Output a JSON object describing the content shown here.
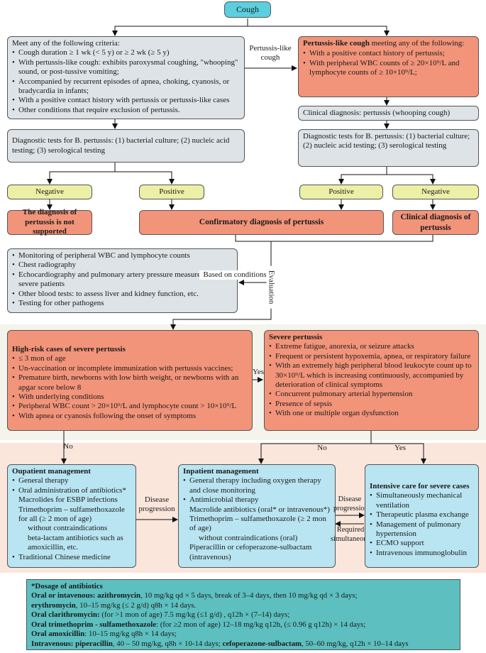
{
  "start": "Cough",
  "left_criteria": {
    "title": "Meet any of the following criteria:",
    "items": [
      "Cough duration ≥ 1 wk (< 5 y) or ≥ 2 wk (≥ 5 y)",
      "With pertussis-like cough: exhibits paroxysmal coughing, \"whooping\" sound, or post-tussive vomiting;",
      "Accompanied by recurrent episodes of apnea, choking, cyanosis, or bradycardia in infants;",
      "With a positive contact history with pertussis or pertussis-like cases",
      "Other conditions that require exclusion of pertussis."
    ]
  },
  "pertussis_like_label": "Pertussis-like cough",
  "right_criteria": {
    "title": "Pertussis-like cough",
    "title_rest": " meeting any of the following:",
    "items": [
      "With a positive contact history of pertussis;",
      "With peripheral WBC counts of ≥ 20×10⁹/L and lymphocyte counts of ≥ 10×10⁹/L;"
    ]
  },
  "clinical_diagnosis": "Clinical diagnosis: pertussis (whooping cough)",
  "diag_tests_left": "Diagnostic tests for B. pertussis: (1) bacterial culture; (2) nucleic acid testing; (3) serological testing",
  "diag_tests_right": "Diagnostic tests for B. pertussis: (1) bacterial culture; (2) nucleic acid testing; (3) serological testing",
  "results": {
    "negative": "Negative",
    "positive": "Positive"
  },
  "not_supported": "The diagnosis of pertussis is not supported",
  "confirmatory": "Confirmatory diagnosis of pertussis",
  "clinical_diag_box": "Clinical diagnosis of pertussis",
  "evaluation_list": [
    "Monitoring of peripheral WBC and lymphocyte counts",
    "Chest radiography",
    "Echocardiography and pulmonary artery pressure measurement in severe patients",
    "Other blood tests: to assess liver and kidney function, etc.",
    "Testing for other pathogens"
  ],
  "based_on_conditions": "Based on conditions",
  "evaluation_label": "Evaluation",
  "high_risk": {
    "title": "High-risk cases of severe pertussis",
    "items": [
      "≤ 3 mon of age",
      "Un-vaccination or incomplete immunization with pertussis vaccines;",
      "Premature birth, newborns with low birth weight, or newborns with an apgar score below 8",
      "With underlying conditions",
      "Peripheral WBC count > 20×10⁹/L and lymphocyte count > 10×10⁹/L",
      "With apnea or cyanosis following the onset of symptoms"
    ]
  },
  "yes_label": "Yes",
  "no_label": "No",
  "severe": {
    "title": "Severe pertussis",
    "items": [
      "Extreme fatigue, anorexia, or seizure attacks",
      "Frequent or persistent hypoxemia, apnea, or respiratory failure",
      "With an extremely high peripheral blood leukocyte count up to 30×10⁹/L which is increasing continuously, accompanied by deterioration of clinical symptoms",
      "Concurrent pulmonary arterial hypertension",
      "Presence of sepsis",
      "With one or multiple organ dysfunction"
    ]
  },
  "outpatient": {
    "title": "Oupatient management",
    "items": [
      {
        "t": "General therapy",
        "k": "b"
      },
      {
        "t": "Oral administration of antibiotics*",
        "k": "b"
      },
      {
        "t": "Macrolides for ESBP infections",
        "k": "s"
      },
      {
        "t": "Trimethoprim – sulfamethoxazole for all (≥ 2 mon of age)",
        "k": "s"
      },
      {
        "t": "without contraindications",
        "k": "s2"
      },
      {
        "t": "beta-lactam antibiotics such as amoxicillin, etc.",
        "k": "s2"
      },
      {
        "t": "Traditional Chinese medicine",
        "k": "b"
      }
    ]
  },
  "disease_progression": "Disease progression",
  "required_simultaneously": "Required simultaneously",
  "inpatient": {
    "title": "Inpatient management",
    "items": [
      {
        "t": "General therapy including oxygen therapy and close monitoring",
        "k": "b"
      },
      {
        "t": "Antimicrobial therapy",
        "k": "b"
      },
      {
        "t": "Macrolide antibiotics (oral* or intravenous*)",
        "k": "s"
      },
      {
        "t": "Trimethoprim – sulfamethoxazole (≥ 2 mon of age)",
        "k": "s"
      },
      {
        "t": "without contraindications (oral)",
        "k": "s2"
      },
      {
        "t": "Piperacillin or cefoperazone-sulbactam (intravenous)",
        "k": "s"
      }
    ]
  },
  "intensive": {
    "title": "Intensive care for severe cases",
    "items": [
      "Simultaneously mechanical ventilation",
      "Therapeutic plasma exchange",
      "Management of pulmonary hypertension",
      "ECMO support",
      "Intravenous immunoglobulin"
    ]
  },
  "dosage": {
    "title": "*Dosage of antibiotics",
    "lines": [
      {
        "b": "Oral or intavenous: azithromycin",
        "r": ", 10 mg/kg qd × 5 days, break of 3–4 days, then 10 mg/kg qd × 3 days;"
      },
      {
        "b": "erythromycin",
        "r": ", 10–15 mg/kg (≤ 2 g/d) q8h × 14 days."
      },
      {
        "b": "Oral clarithromycin:",
        "r": " (for >1 mon of age) 7.5 mg/kg (≤1 g/d) , q12h × (7–14) days;"
      },
      {
        "b": "Oral trimethoprim - sulfamethoxazole",
        "r": ": (for ≥2 mon of age) 12–18 mg/kg q12h, (≤ 0.96 g q12h) × 14 days;"
      },
      {
        "b": "Oral amoxicillin",
        "r": ": 10–15 mg/kg q8h × 14 days;"
      },
      {
        "b": "Intravenous: piperacillin",
        "r": ", 40 – 50 mg/kg, q8h × 10-14 days; ",
        "b2": "cefoperazone-sulbactam",
        "r2": ", 50–60 mg/kg, q12h × 10–14 days"
      }
    ]
  }
}
